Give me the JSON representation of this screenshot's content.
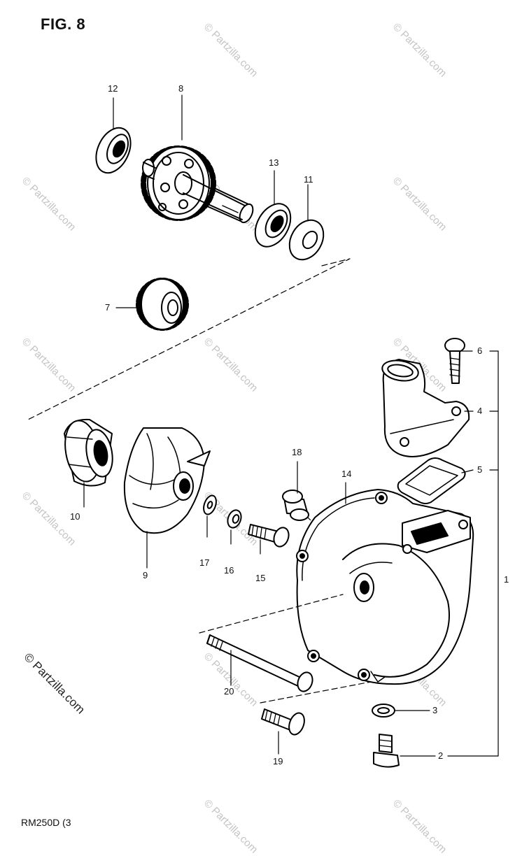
{
  "figure": {
    "title": "FIG. 8",
    "model_code": "RM250D (3"
  },
  "watermark": {
    "text": "© Partzilla.com"
  },
  "callouts": [
    "1",
    "2",
    "3",
    "4",
    "5",
    "6",
    "7",
    "8",
    "9",
    "10",
    "11",
    "12",
    "13",
    "14",
    "15",
    "16",
    "17",
    "18",
    "19",
    "20"
  ]
}
